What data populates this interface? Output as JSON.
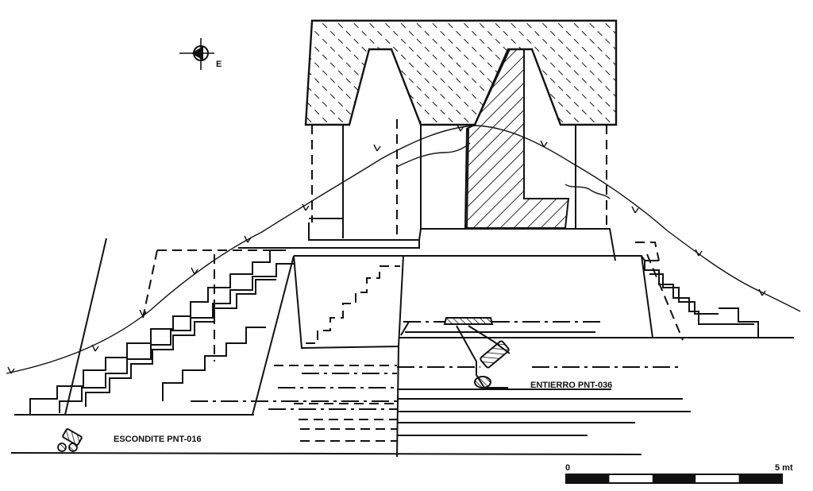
{
  "compass": {
    "direction_label": "E"
  },
  "labels": {
    "burial": "ENTIERRO PNT-036",
    "cache": "ESCONDITE PNT-016"
  },
  "scale_bar": {
    "start_label": "0",
    "end_label": "5 mt",
    "segments": 5
  }
}
